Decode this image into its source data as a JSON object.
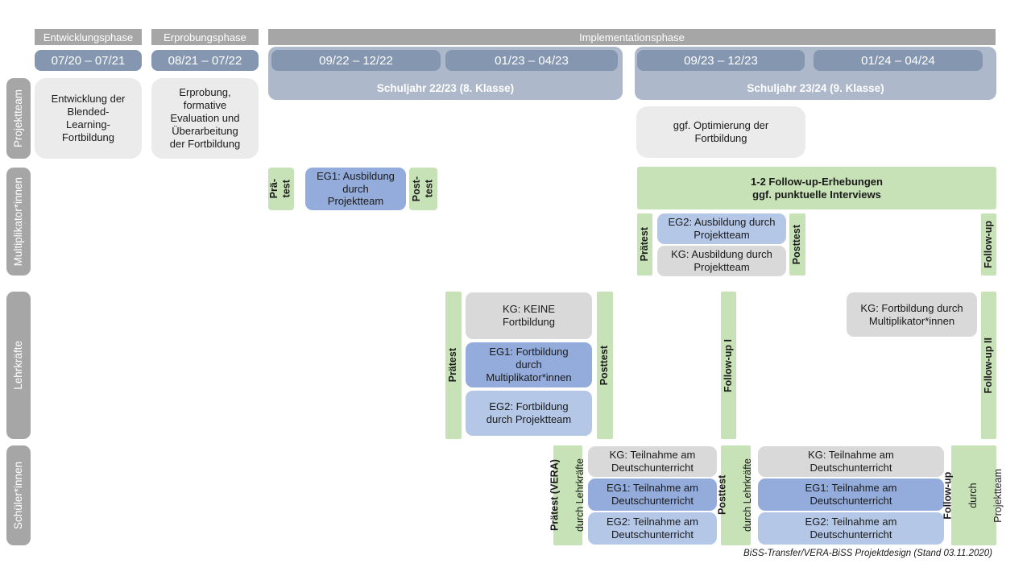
{
  "colors": {
    "header-gray": "#A6A6A6",
    "slate": "#8496B0",
    "slate-light": "#ADB9CA",
    "lightgray-box": "#EBEBEB",
    "kg-gray": "#D9D9D9",
    "eg1-blue": "#94ACDB",
    "eg2-blue": "#B4C7E7",
    "green": "#C8E2B8",
    "text-dark": "#1A1A1A"
  },
  "phases": {
    "entwicklung": "Entwicklungsphase",
    "erprobung": "Erprobungsphase",
    "implementation": "Implementationsphase"
  },
  "periods": {
    "p1": "07/20 – 07/21",
    "p2": "08/21 – 07/22",
    "p3": "09/22 – 12/22",
    "p4": "01/23 – 04/23",
    "p5": "09/23 – 12/23",
    "p6": "01/24 – 04/24"
  },
  "school_years": {
    "sy1": "Schuljahr 22/23 (8. Klasse)",
    "sy2": "Schuljahr 23/24 (9. Klasse)"
  },
  "row_labels": {
    "projektteam": "Projektteam",
    "multiplikatoren": "Multiplikator*innen",
    "lehrkraefte": "Lehrkräfte",
    "schueler": "Schüler*innen"
  },
  "projektteam": {
    "entwicklung_box": "Entwicklung der\nBlended-\nLearning-\nFortbildung",
    "erprobung_box": "Erprobung,\nformative\nEvaluation und\nÜberarbeitung\nder Fortbildung",
    "optimierung_box": "ggf. Optimierung der\nFortbildung"
  },
  "multiplikatoren": {
    "praetest_short": "Prä-\ntest",
    "eg1_box": "EG1: Ausbildung\ndurch\nProjektteam",
    "posttest_short": "Post-\ntest",
    "followup_bar": "1-2 Follow-up-Erhebungen\nggf. punktuelle Interviews",
    "praetest": "Prätest",
    "eg2_box": "EG2: Ausbildung durch\nProjektteam",
    "kg_box": "KG: Ausbildung durch\nProjektteam",
    "posttest": "Posttest",
    "followup": "Follow-up"
  },
  "lehrkraefte": {
    "praetest": "Prätest",
    "kg_box": "KG: KEINE\nFortbildung",
    "eg1_box": "EG1: Fortbildung\ndurch\nMultiplikator*innen",
    "eg2_box": "EG2: Fortbildung\ndurch Projektteam",
    "posttest": "Posttest",
    "followup1": "Follow-up I",
    "kg2_box": "KG: Fortbildung durch\nMultiplikator*innen",
    "followup2": "Follow-up II"
  },
  "schueler": {
    "praetest_line1": "Prätest (VERA)",
    "praetest_line2": "durch Lehrkräfte",
    "kg_box": "KG: Teilnahme am\nDeutschunterricht",
    "eg1_box": "EG1: Teilnahme am\nDeutschunterricht",
    "eg2_box": "EG2: Teilnahme am\nDeutschunterricht",
    "posttest_line1": "Posttest",
    "posttest_line2": "durch Lehrkräfte",
    "followup_line1": "Follow-up",
    "followup_line2": "durch",
    "followup_line3": "Projektteam"
  },
  "footer": {
    "caption": "BiSS-Transfer/VERA-BiSS Projektdesign (Stand 03.11.2020)"
  }
}
